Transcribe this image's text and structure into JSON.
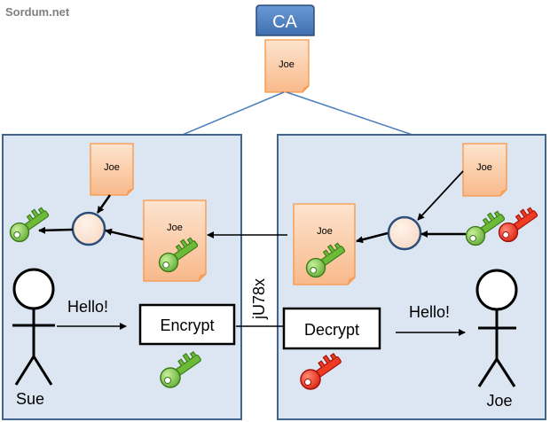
{
  "watermark": "Sordum.net",
  "ca": {
    "label": "CA",
    "certificate_label": "Joe"
  },
  "sender_panel": {
    "certificate_label": "Joe",
    "signed_certificate_label": "Joe",
    "person_name": "Sue",
    "message": "Hello!",
    "action_label": "Encrypt"
  },
  "ciphertext": "jU78x",
  "receiver_panel": {
    "certificate_label": "Joe",
    "signed_certificate_label": "Joe",
    "person_name": "Joe",
    "message": "Hello!",
    "action_label": "Decrypt"
  },
  "colors": {
    "panel_fill": "#dce6f2",
    "panel_border": "#41658f",
    "ca_fill": "#4f81bd",
    "doc_fill": "#fbd0ab",
    "doc_border": "#f79646",
    "circle_fill": "#fbe5d6",
    "circle_border": "#2c4d7a",
    "public_key": "#7ec850",
    "private_key": "#e8261a",
    "connector": "#4a7ebb",
    "watermark": "#7f7f7f"
  },
  "icons": [
    "document-icon",
    "public-key-icon",
    "private-key-icon",
    "stick-figure-icon"
  ]
}
